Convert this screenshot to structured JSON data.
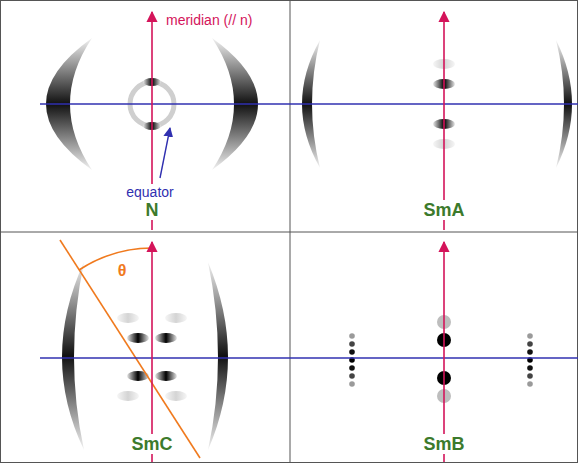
{
  "diagram": {
    "labels": [
      "meridian (// n)",
      "equator",
      "N",
      "SmA",
      "SmC",
      "θ",
      "SmB"
    ]
  }
}
